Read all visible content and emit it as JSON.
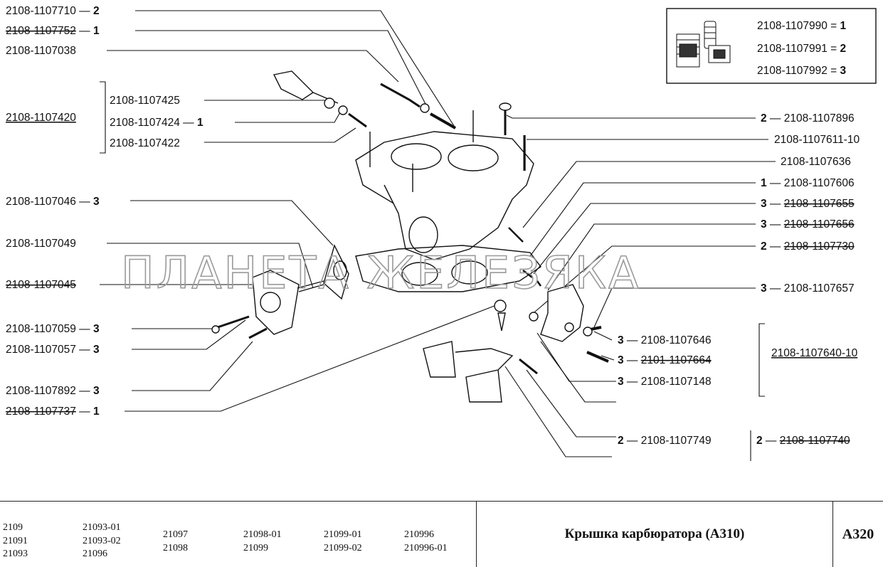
{
  "watermark": "ПЛАНЕТА ЖЕЛЕЗЯКА",
  "inset": {
    "rows": [
      {
        "part": "2108-1107990 =",
        "qty": "1"
      },
      {
        "part": "2108-1107991 =",
        "qty": "2"
      },
      {
        "part": "2108-1107992 =",
        "qty": "3"
      }
    ]
  },
  "left_labels": [
    {
      "part": "2108-1107710",
      "qty": "2",
      "struck": false
    },
    {
      "part": "2108-1107752",
      "qty": "1",
      "struck": true
    },
    {
      "part": "2108-1107038",
      "qty": "",
      "struck": false
    },
    {
      "part": "2108-1107046",
      "qty": "3",
      "struck": false
    },
    {
      "part": "2108-1107049",
      "qty": "",
      "struck": false
    },
    {
      "part": "2108-1107045",
      "qty": "",
      "struck": true
    },
    {
      "part": "2108-1107059",
      "qty": "3",
      "struck": false
    },
    {
      "part": "2108-1107057",
      "qty": "3",
      "struck": false
    },
    {
      "part": "2108-1107892",
      "qty": "3",
      "struck": false
    },
    {
      "part": "2108-1107737",
      "qty": "1",
      "struck": true
    }
  ],
  "group_1107420": {
    "title": "2108-1107420",
    "items": [
      {
        "part": "2108-1107425",
        "qty": ""
      },
      {
        "part": "2108-1107424",
        "qty": "1"
      },
      {
        "part": "2108-1107422",
        "qty": ""
      }
    ]
  },
  "right_labels": [
    {
      "part": "2108-1107896",
      "qty": "2",
      "struck": false
    },
    {
      "part": "2108-1107611-10",
      "qty": "",
      "struck": false
    },
    {
      "part": "2108-1107636",
      "qty": "",
      "struck": false
    },
    {
      "part": "2108-1107606",
      "qty": "1",
      "struck": false
    },
    {
      "part": "2108-1107655",
      "qty": "3",
      "struck": true
    },
    {
      "part": "2108-1107656",
      "qty": "3",
      "struck": true
    },
    {
      "part": "2108-1107730",
      "qty": "2",
      "struck": true
    },
    {
      "part": "2108-1107657",
      "qty": "3",
      "struck": false
    }
  ],
  "group_1107640": {
    "title": "2108-1107640-10",
    "items": [
      {
        "part": "2108-1107646",
        "qty": "3",
        "struck": false
      },
      {
        "part": "2101-1107664",
        "qty": "3",
        "struck": true
      },
      {
        "part": "2108-1107148",
        "qty": "3",
        "struck": false
      }
    ]
  },
  "bottom_labels": [
    {
      "part": "2108-1107749",
      "qty": "2",
      "struck": false
    },
    {
      "part": "2108-1107740",
      "qty": "2",
      "struck": true
    }
  ],
  "footer": {
    "models": [
      [
        "2109",
        "21091",
        "21093"
      ],
      [
        "21093-01",
        "21093-02",
        "21096"
      ],
      [
        "21097",
        "21098"
      ],
      [
        "21098-01",
        "21099"
      ],
      [
        "21099-01",
        "21099-02"
      ],
      [
        "210996",
        "210996-01"
      ]
    ],
    "title": "Крышка карбюратора (А310)",
    "code": "А320"
  }
}
